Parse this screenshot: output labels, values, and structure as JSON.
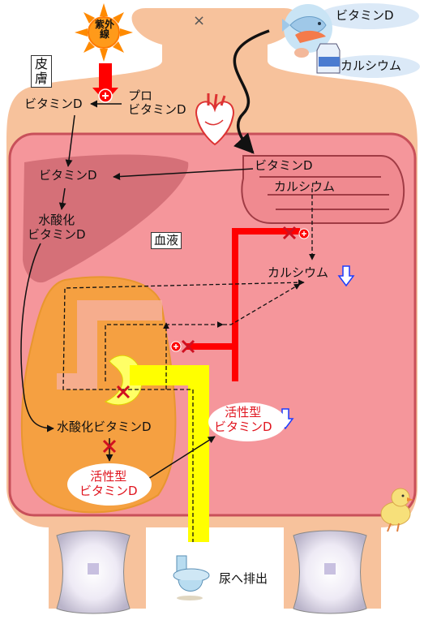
{
  "labels": {
    "sun": "紫外線",
    "skin_box": "皮膚",
    "skin_vitd": "ビタミンD",
    "pro_vitd": "プロ\nビタミンD",
    "food_vitd": "ビタミンD",
    "food_calcium": "カルシウム",
    "intestine_vitd": "ビタミンD",
    "intestine_calcium": "カルシウム",
    "liver_vitd": "ビタミンD",
    "liver_hydroxy": "水酸化\nビタミンD",
    "blood": "血液",
    "blood_calcium": "カルシウム",
    "kidney_hydroxy": "水酸化ビタミンD",
    "active_kidney": "活性型\nビタミンD",
    "active_blood": "活性型\nビタミンD",
    "urine": "尿へ排出",
    "head_mark": "×"
  },
  "colors": {
    "body": "#f7c29c",
    "body_border": "#e8a27d",
    "blood": "#f5969b",
    "blood_border": "#c8505a",
    "liver": "#cf6a72",
    "intestine": "#f08a90",
    "kidney": "#f5a041",
    "kidney_inner": "#f8b15c",
    "urine": "#ffff00",
    "hormone": "#ff0000",
    "arrow_blue": "#1a3cff"
  },
  "icons": [
    "sun-icon",
    "plus-icon",
    "heart-icon",
    "fish-icon",
    "milk-icon",
    "toilet-icon",
    "chick-icon",
    "inhibit-x-icon",
    "down-arrow-icon",
    "bone-icon"
  ]
}
